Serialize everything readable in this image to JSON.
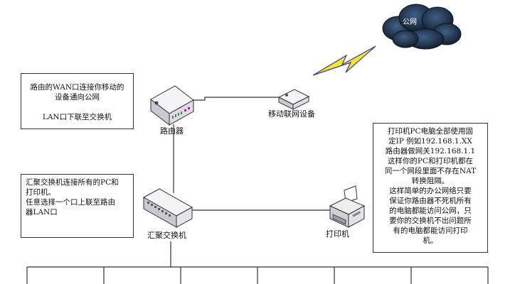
{
  "notes": {
    "router": "路由的WAN口连接你移动的\n设备通向公网\n\nLAN口下联至交换机",
    "switch": "汇聚交换机连接所有的PC和\n打印机。\n任意选择一个口上联至路由\n器LAN口",
    "printer": "打印机PC电脑全部使用固\n定IP  例如192.168.1.XX\n路由器做网关192.168.1.1\n这样你的PC和打印机都在\n同一个网段里面不存在NAT\n转换阻隔。\n这样简单的办公网络只要\n保证你路由器不死机所有\n的电脑都能访问公网，只\n要你的交换机不出问题所\n有的电脑都能访问打印\n机。"
  },
  "devices": {
    "router": "路由器",
    "modem": "移动联网设备",
    "switch": "汇聚交换机",
    "printer": "打印机",
    "cloud": "公网"
  },
  "colors": {
    "cloud": "#1e2f44",
    "lightning": "#f2e52a",
    "lightning_edge": "#3a3a9a",
    "device_body": "#e9e9ee",
    "line": "#333333"
  }
}
